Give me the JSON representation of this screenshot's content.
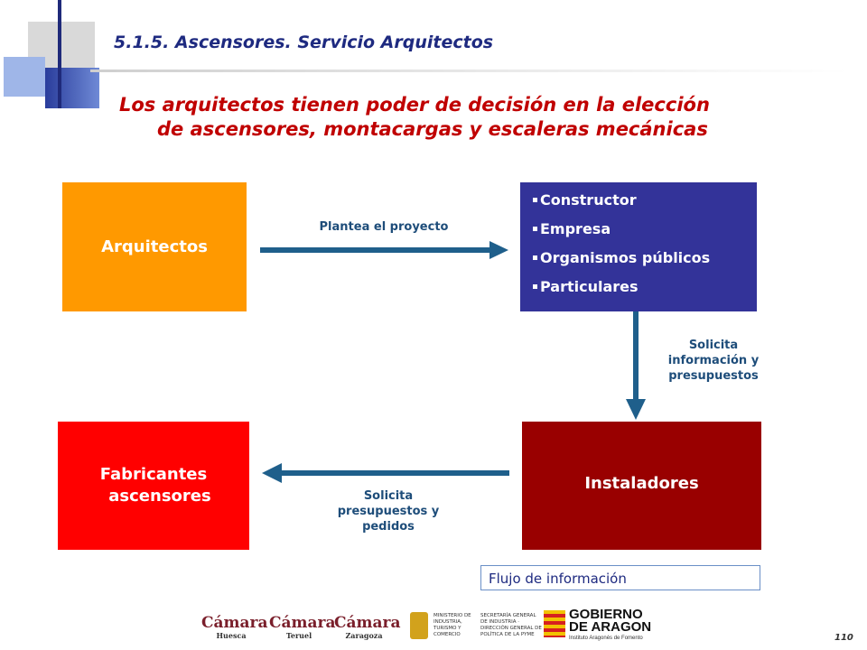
{
  "slide": {
    "section_title": "5.1.5. Ascensores.  Servicio Arquitectos",
    "headline_line1": "Los arquitectos tienen poder de decisión en la elección",
    "headline_line2": "de ascensores, montacargas y escaleras mecánicas",
    "page_number": "110"
  },
  "diagram": {
    "box_arquitectos": "Arquitectos",
    "clients": [
      "Constructor",
      "Empresa",
      "Organismos públicos",
      "Particulares"
    ],
    "box_fabricantes_line1": "Fabricantes",
    "box_fabricantes_line2": "ascensores",
    "box_instaladores": "Instaladores",
    "label_plantea": "Plantea el proyecto",
    "label_solicita_info": [
      "Solicita",
      "información y",
      "presupuestos"
    ],
    "label_solicita_pres": [
      "Solicita",
      "presupuestos y",
      "pedidos"
    ],
    "legend": "Flujo de información",
    "colors": {
      "arquitectos": "#ff9900",
      "clients": "#333399",
      "fabricantes": "#ff0000",
      "instaladores": "#990000",
      "arrow": "#1f5f8b"
    }
  },
  "footer": {
    "logos": [
      {
        "name": "Cámara",
        "city": "Huesca"
      },
      {
        "name": "Cámara",
        "city": "Teruel"
      },
      {
        "name": "Cámara",
        "city": "Zaragoza"
      }
    ],
    "ministerio_line1": "MINISTERIO DE INDUSTRIA, TURISMO Y COMERCIO",
    "ministerio_line2": "SECRETARÍA GENERAL DE INDUSTRIA · DIRECCIÓN GENERAL DE POLÍTICA DE LA PYME",
    "aragon_line1": "GOBIERNO",
    "aragon_line2": "DE ARAGON",
    "aragon_sub": "Instituto Aragonés de Fomento"
  }
}
